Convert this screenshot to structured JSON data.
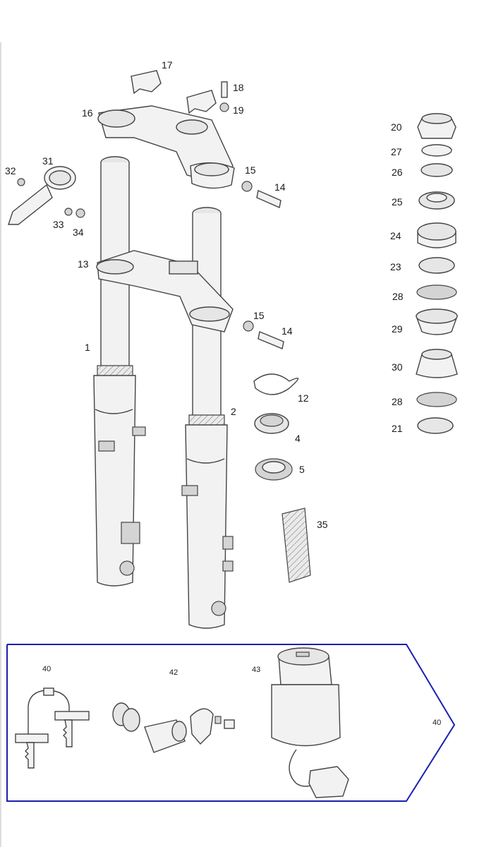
{
  "callouts": {
    "n1": "1",
    "n2": "2",
    "n4": "4",
    "n5": "5",
    "n12": "12",
    "n13": "13",
    "n14a": "14",
    "n14b": "14",
    "n15a": "15",
    "n15b": "15",
    "n16": "16",
    "n17": "17",
    "n18": "18",
    "n19": "19",
    "n20": "20",
    "n21": "21",
    "n23": "23",
    "n24": "24",
    "n25": "25",
    "n26": "26",
    "n27": "27",
    "n28a": "28",
    "n28b": "28",
    "n29": "29",
    "n30": "30",
    "n31": "31",
    "n32": "32",
    "n33": "33",
    "n34": "34",
    "n35": "35"
  },
  "inset": {
    "n40": "40",
    "n42": "42",
    "n43": "43",
    "n40_arrow": "40"
  },
  "colors": {
    "inset_border": "#1c1fb0",
    "line": "#444444"
  }
}
